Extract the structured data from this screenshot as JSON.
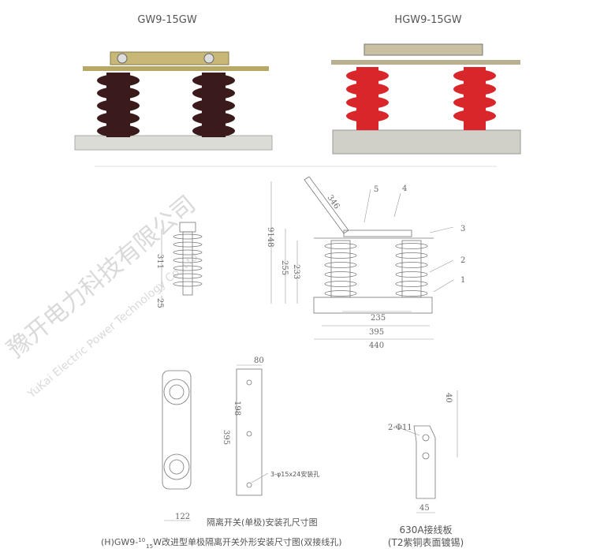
{
  "titles": {
    "left_product": "GW9-15GW",
    "right_product": "HGW9-15GW"
  },
  "colors": {
    "left_insulator": "#3a1a1a",
    "right_insulator": "#d8262a",
    "metal": "#c8b878",
    "base": "#d8d8d0"
  },
  "side_view": {
    "height_311": "311",
    "dim_25": "25"
  },
  "front_view": {
    "dim_total_height": "9148",
    "dim_255": "255",
    "dim_233": "233",
    "dim_blade": "346",
    "dim_235": "235",
    "dim_395": "395",
    "dim_440": "440",
    "callouts": [
      "1",
      "2",
      "3",
      "4",
      "5"
    ]
  },
  "mount_plan": {
    "dim_80": "80",
    "dim_198": "198",
    "dim_395": "395",
    "dim_122": "122",
    "hole_note": "3-φ15x24安装孔",
    "caption": "隔离开关(单极)安装孔尺寸图"
  },
  "main_caption": {
    "prefix": "(H)GW9-",
    "sup": "10",
    "sub": "15",
    "suffix": "W改进型单极隔离开关外形安装尺寸图(双接线孔)"
  },
  "terminal_plate": {
    "dim_holes": "2-Φ11",
    "dim_40": "40",
    "dim_45": "45",
    "caption_line1": "630A接线板",
    "caption_line2": "(T2紫铜表面镀锡)"
  },
  "watermark": {
    "cn": "豫开电力科技有限公司",
    "en": "YuKai Electric Power Technology Co.,Ltd"
  }
}
